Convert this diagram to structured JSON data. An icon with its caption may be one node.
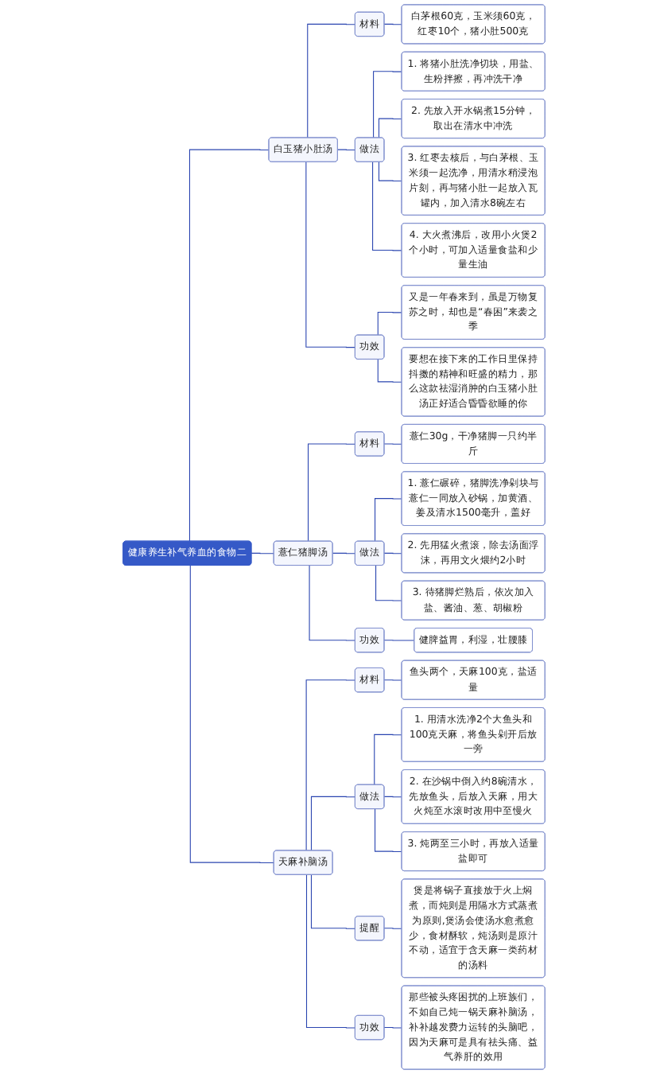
{
  "diagram": {
    "nodes": [
      {
        "text": [
          "健康养生补气养血的食物二"
        ]
      },
      {
        "text": [
          "白玉猪小肚汤"
        ]
      },
      {
        "text": [
          "材料"
        ]
      },
      {
        "text": [
          "白茅根60克，玉米须60克，红枣10个，猪小肚500克"
        ]
      },
      {
        "text": [
          "做法"
        ]
      },
      {
        "text": [
          "1. 将猪小肚洗净切块，用盐、生粉拌擦，再冲洗干净"
        ]
      },
      {
        "text": [
          "2. 先放入开水锅煮15分钟，取出在清水中冲洗"
        ]
      },
      {
        "text": [
          "3. 红枣去核后，与白茅根、玉米须一起洗净，用清水稍浸泡片刻，再与猪小肚一起放入瓦罐内，加入清水8碗左右"
        ]
      },
      {
        "text": [
          "4. 大火煮沸后，改用小火煲2个小时，可加入适量食盐和少量生油"
        ]
      },
      {
        "text": [
          "功效"
        ]
      },
      {
        "text": [
          "又是一年春来到，虽是万物复苏之时，却也是“春困”来袭之季"
        ]
      },
      {
        "text": [
          "要想在接下来的工作日里保持抖擞的精神和旺盛的精力，那么这款祛湿消肿的白玉猪小肚汤正好适合昏昏欲睡的你"
        ]
      },
      {
        "text": [
          "薏仁猪脚汤"
        ]
      },
      {
        "text": [
          "材料"
        ]
      },
      {
        "text": [
          "薏仁30g，干净猪脚一只约半斤"
        ]
      },
      {
        "text": [
          "做法"
        ]
      },
      {
        "text": [
          "1. 薏仁碾碎，猪脚洗净剁块与薏仁一同放入砂锅，加黄酒、姜及清水1500毫升，盖好"
        ]
      },
      {
        "text": [
          "2. 先用猛火煮滚，除去汤面浮沫，再用文火煨约2小时"
        ]
      },
      {
        "text": [
          "3. 待猪脚烂熟后，依次加入盐、酱油、葱、胡椒粉"
        ]
      },
      {
        "text": [
          "功效"
        ]
      },
      {
        "text": [
          "健脾益胃，利湿，壮腰膝"
        ]
      },
      {
        "text": [
          "天麻补脑汤"
        ]
      },
      {
        "text": [
          "材料"
        ]
      },
      {
        "text": [
          "鱼头两个，天麻100克，盐适量"
        ]
      },
      {
        "text": [
          "做法"
        ]
      },
      {
        "text": [
          "1. 用清水洗净2个大鱼头和100克天麻，将鱼头剁开后放一旁"
        ]
      },
      {
        "text": [
          "2. 在沙锅中倒入约8碗清水，先放鱼头，后放入天麻，用大火炖至水滚时改用中至慢火"
        ]
      },
      {
        "text": [
          "3. 炖两至三小时，再放入适量盐即可"
        ]
      },
      {
        "text": [
          "提醒"
        ]
      },
      {
        "text": [
          "煲是将锅子直接放于火上焖煮，而炖则是用隔水方式蒸煮为原则,煲汤会使汤水愈煮愈少，食材酥软，炖汤则是原汁不动，适宜于含天麻一类药材的汤料"
        ]
      },
      {
        "text": [
          "功效"
        ]
      },
      {
        "text": [
          "那些被头疼困扰的上班族们，不如自己炖一锅天麻补脑汤，补补越发费力运转的头脑吧，因为天麻可是具有祛头痛、益气养肝的效用"
        ]
      }
    ],
    "edges": [
      {
        "from": 0,
        "to": 1,
        "arrow": "none"
      },
      {
        "from": 1,
        "to": 2,
        "arrow": "none"
      },
      {
        "from": 2,
        "to": 3,
        "arrow": "none"
      },
      {
        "from": 1,
        "to": 4,
        "arrow": "none"
      },
      {
        "from": 4,
        "to": 5,
        "arrow": "none"
      },
      {
        "from": 4,
        "to": 6,
        "arrow": "none"
      },
      {
        "from": 4,
        "to": 7,
        "arrow": "none"
      },
      {
        "from": 4,
        "to": 8,
        "arrow": "none"
      },
      {
        "from": 1,
        "to": 9,
        "arrow": "none"
      },
      {
        "from": 9,
        "to": 10,
        "arrow": "none"
      },
      {
        "from": 9,
        "to": 11,
        "arrow": "none"
      },
      {
        "from": 0,
        "to": 12,
        "arrow": "none"
      },
      {
        "from": 12,
        "to": 13,
        "arrow": "none"
      },
      {
        "from": 13,
        "to": 14,
        "arrow": "none"
      },
      {
        "from": 12,
        "to": 15,
        "arrow": "none"
      },
      {
        "from": 15,
        "to": 16,
        "arrow": "none"
      },
      {
        "from": 15,
        "to": 17,
        "arrow": "none"
      },
      {
        "from": 15,
        "to": 18,
        "arrow": "none"
      },
      {
        "from": 12,
        "to": 19,
        "arrow": "none"
      },
      {
        "from": 19,
        "to": 20,
        "arrow": "none"
      },
      {
        "from": 0,
        "to": 21,
        "arrow": "none"
      },
      {
        "from": 21,
        "to": 22,
        "arrow": "none"
      },
      {
        "from": 22,
        "to": 23,
        "arrow": "none"
      },
      {
        "from": 21,
        "to": 24,
        "arrow": "none"
      },
      {
        "from": 24,
        "to": 25,
        "arrow": "none"
      },
      {
        "from": 24,
        "to": 26,
        "arrow": "none"
      },
      {
        "from": 24,
        "to": 27,
        "arrow": "none"
      },
      {
        "from": 21,
        "to": 28,
        "arrow": "none"
      },
      {
        "from": 28,
        "to": 29,
        "arrow": "none"
      },
      {
        "from": 21,
        "to": 30,
        "arrow": "none"
      },
      {
        "from": 30,
        "to": 31,
        "arrow": "none"
      }
    ]
  }
}
